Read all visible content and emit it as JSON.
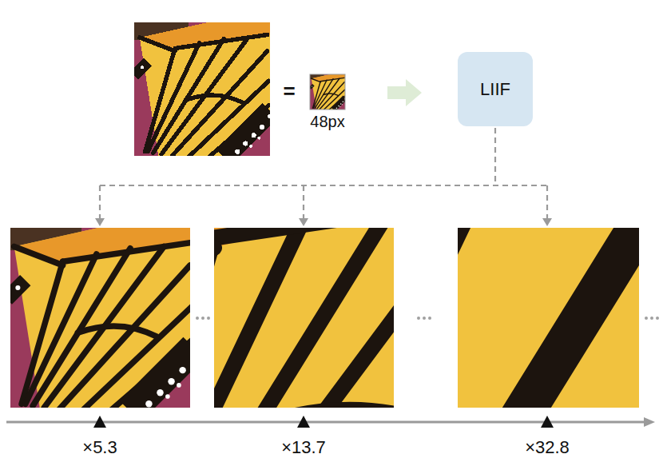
{
  "diagram": {
    "nodes": [
      {
        "text": [
          "LIIF"
        ]
      }
    ],
    "labels": [
      "=",
      "48px",
      "×5.3",
      "×13.7",
      "×32.8"
    ]
  }
}
